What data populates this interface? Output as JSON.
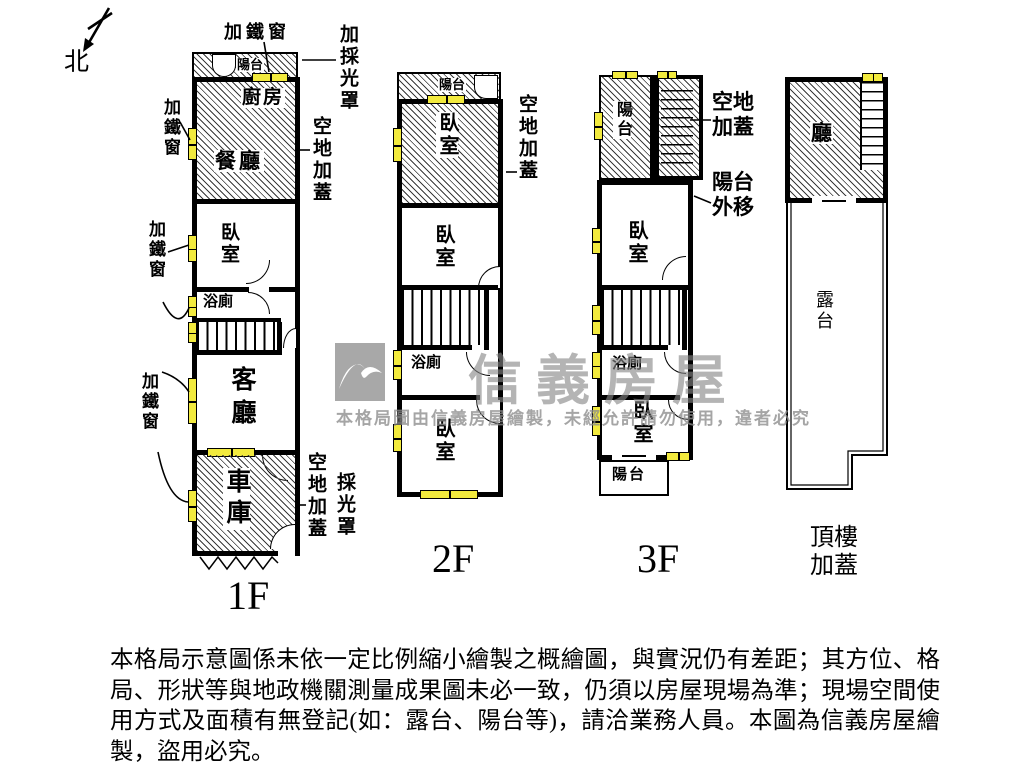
{
  "compass": {
    "label": "北"
  },
  "rooms": {
    "balcony": "陽台",
    "kitchen": "廚房",
    "dining": "餐廳",
    "bedroom": "臥室",
    "bath": "浴廁",
    "living": "客廳",
    "garage": "車庫",
    "hall": "廳",
    "terrace": "露台"
  },
  "annotations": {
    "iron_window": "加鐵窗",
    "add_skylight": "加採光罩",
    "skylight": "採光罩",
    "covered_yard": "空地加蓋",
    "balcony_extended": "陽台外移"
  },
  "floor_labels": {
    "f1": "1F",
    "f2": "2F",
    "f3": "3F",
    "rooftop": "頂樓加蓋"
  },
  "watermark": {
    "brand": "信義房屋",
    "notice": "本格局圖由信義房屋繪製，未經允許請勿使用，違者必究"
  },
  "disclaimer": "本格局示意圖係未依一定比例縮小繪製之概繪圖，與實況仍有差距；其方位、格局、形狀等與地政機關測量成果圖未必一致，仍須以房屋現場為準；現場空間使用方式及面積有無登記(如：露台、陽台等)，請洽業務人員。本圖為信義房屋繪製，盜用必究。",
  "colors": {
    "wall": "#000000",
    "window_fill": "#f2ea3e",
    "watermark_gray": "#999999"
  }
}
